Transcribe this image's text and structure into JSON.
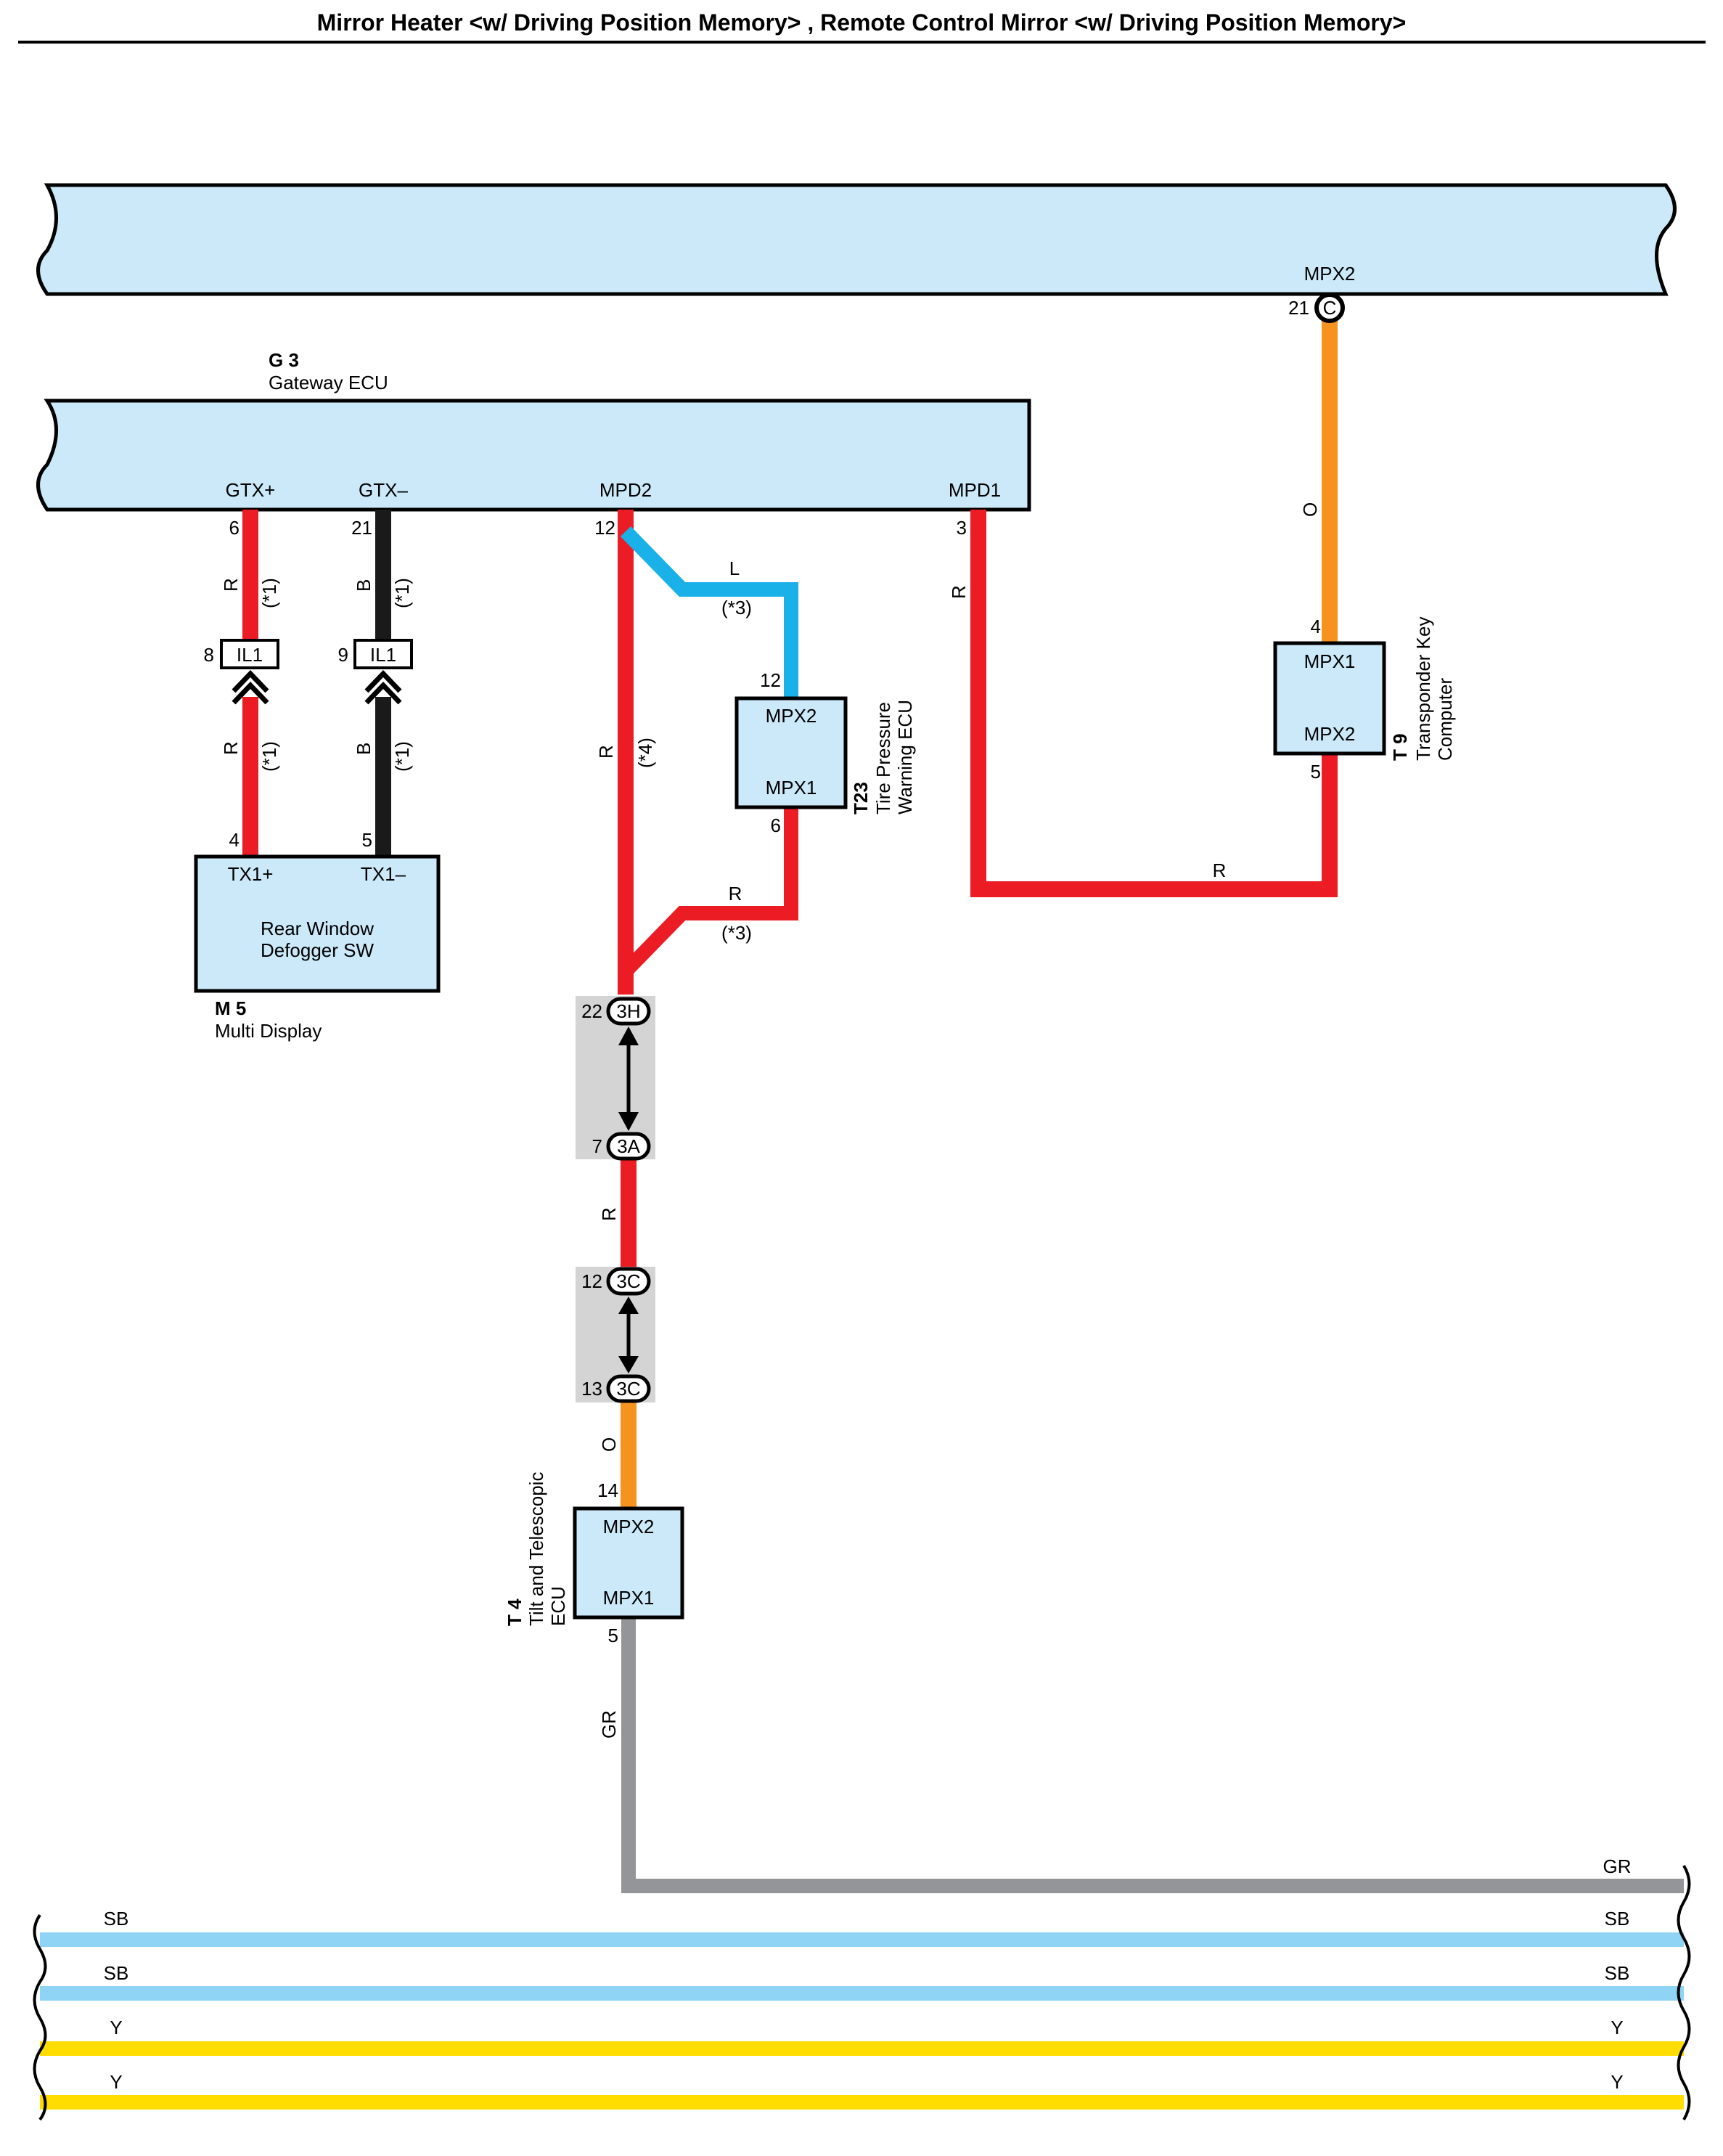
{
  "title": "Mirror Heater <w/ Driving Position Memory> , Remote Control Mirror <w/ Driving Position Memory>",
  "colors": {
    "R": "#ec1c24",
    "B": "#1a1a1a",
    "L": "#1ab0e8",
    "O": "#f6921e",
    "GR": "#939598",
    "SB": "#8fd4f5",
    "Y": "#ffdd00",
    "box_fill": "#cbe9f8",
    "junction_shade": "#d4d4d4"
  },
  "components": {
    "gateway_ecu": {
      "code": "G 3",
      "name": "Gateway ECU",
      "pins": {
        "gtx_plus": {
          "name": "GTX+",
          "num": "6"
        },
        "gtx_minus": {
          "name": "GTX–",
          "num": "21"
        },
        "mpd2": {
          "name": "MPD2",
          "num": "12"
        },
        "mpd1": {
          "name": "MPD1",
          "num": "3"
        }
      }
    },
    "top_bus": {
      "pin_name": "MPX2",
      "pin_num": "21",
      "connector": "C"
    },
    "multi_display": {
      "code": "M 5",
      "name": "Multi Display",
      "inner": [
        "Rear Window",
        "Defogger SW"
      ],
      "pins": {
        "tx1_plus": {
          "name": "TX1+",
          "num": "4"
        },
        "tx1_minus": {
          "name": "TX1–",
          "num": "5"
        }
      }
    },
    "tire_pressure_ecu": {
      "code": "T23",
      "name": [
        "Tire Pressure",
        "Warning ECU"
      ],
      "pins": {
        "mpx2": {
          "name": "MPX2",
          "num": "12"
        },
        "mpx1": {
          "name": "MPX1",
          "num": "6"
        }
      }
    },
    "transponder_key": {
      "code": "T 9",
      "name": [
        "Transponder Key",
        "Computer"
      ],
      "pins": {
        "mpx1": {
          "name": "MPX1",
          "num": "4"
        },
        "mpx2": {
          "name": "MPX2",
          "num": "5"
        }
      }
    },
    "tilt_ecu": {
      "code": "T 4",
      "name": [
        "Tilt and Telescopic",
        "ECU"
      ],
      "pins": {
        "mpx2": {
          "name": "MPX2",
          "num": "14"
        },
        "mpx1": {
          "name": "MPX1",
          "num": "5"
        }
      }
    }
  },
  "connectors": {
    "il1_a": {
      "name": "IL1",
      "num": "8"
    },
    "il1_b": {
      "name": "IL1",
      "num": "9"
    },
    "j3h": {
      "name": "3H",
      "num": "22"
    },
    "j3a": {
      "name": "3A",
      "num": "7"
    },
    "j3c_top": {
      "name": "3C",
      "num": "12"
    },
    "j3c_bot": {
      "name": "3C",
      "num": "13"
    }
  },
  "wire_labels": {
    "r": "R",
    "b": "B",
    "l": "L",
    "o": "O",
    "gr": "GR",
    "sb": "SB",
    "y": "Y"
  },
  "notes": {
    "n1": "(*1)",
    "n3": "(*3)",
    "n4": "(*4)"
  }
}
